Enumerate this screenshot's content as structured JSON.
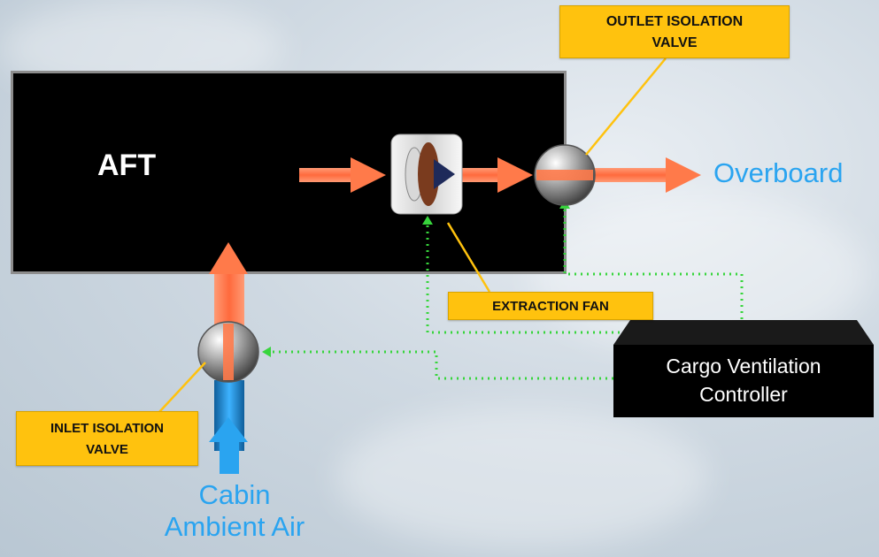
{
  "diagram": {
    "compartment_label": "AFT",
    "callouts": {
      "outlet_line1": "OUTLET ISOLATION",
      "outlet_line2": "VALVE",
      "fan": "EXTRACTION FAN",
      "inlet_line1": "INLET ISOLATION",
      "inlet_line2": "VALVE"
    },
    "controller_line1": "Cargo Ventilation",
    "controller_line2": "Controller",
    "overboard": "Overboard",
    "cabin_line1": "Cabin",
    "cabin_line2": "Ambient Air"
  },
  "colors": {
    "airflow_warm": "#ff7f50",
    "airflow_cold": "#2aa4f0",
    "callout": "#ffc20e",
    "control_signal": "#37d53c"
  }
}
